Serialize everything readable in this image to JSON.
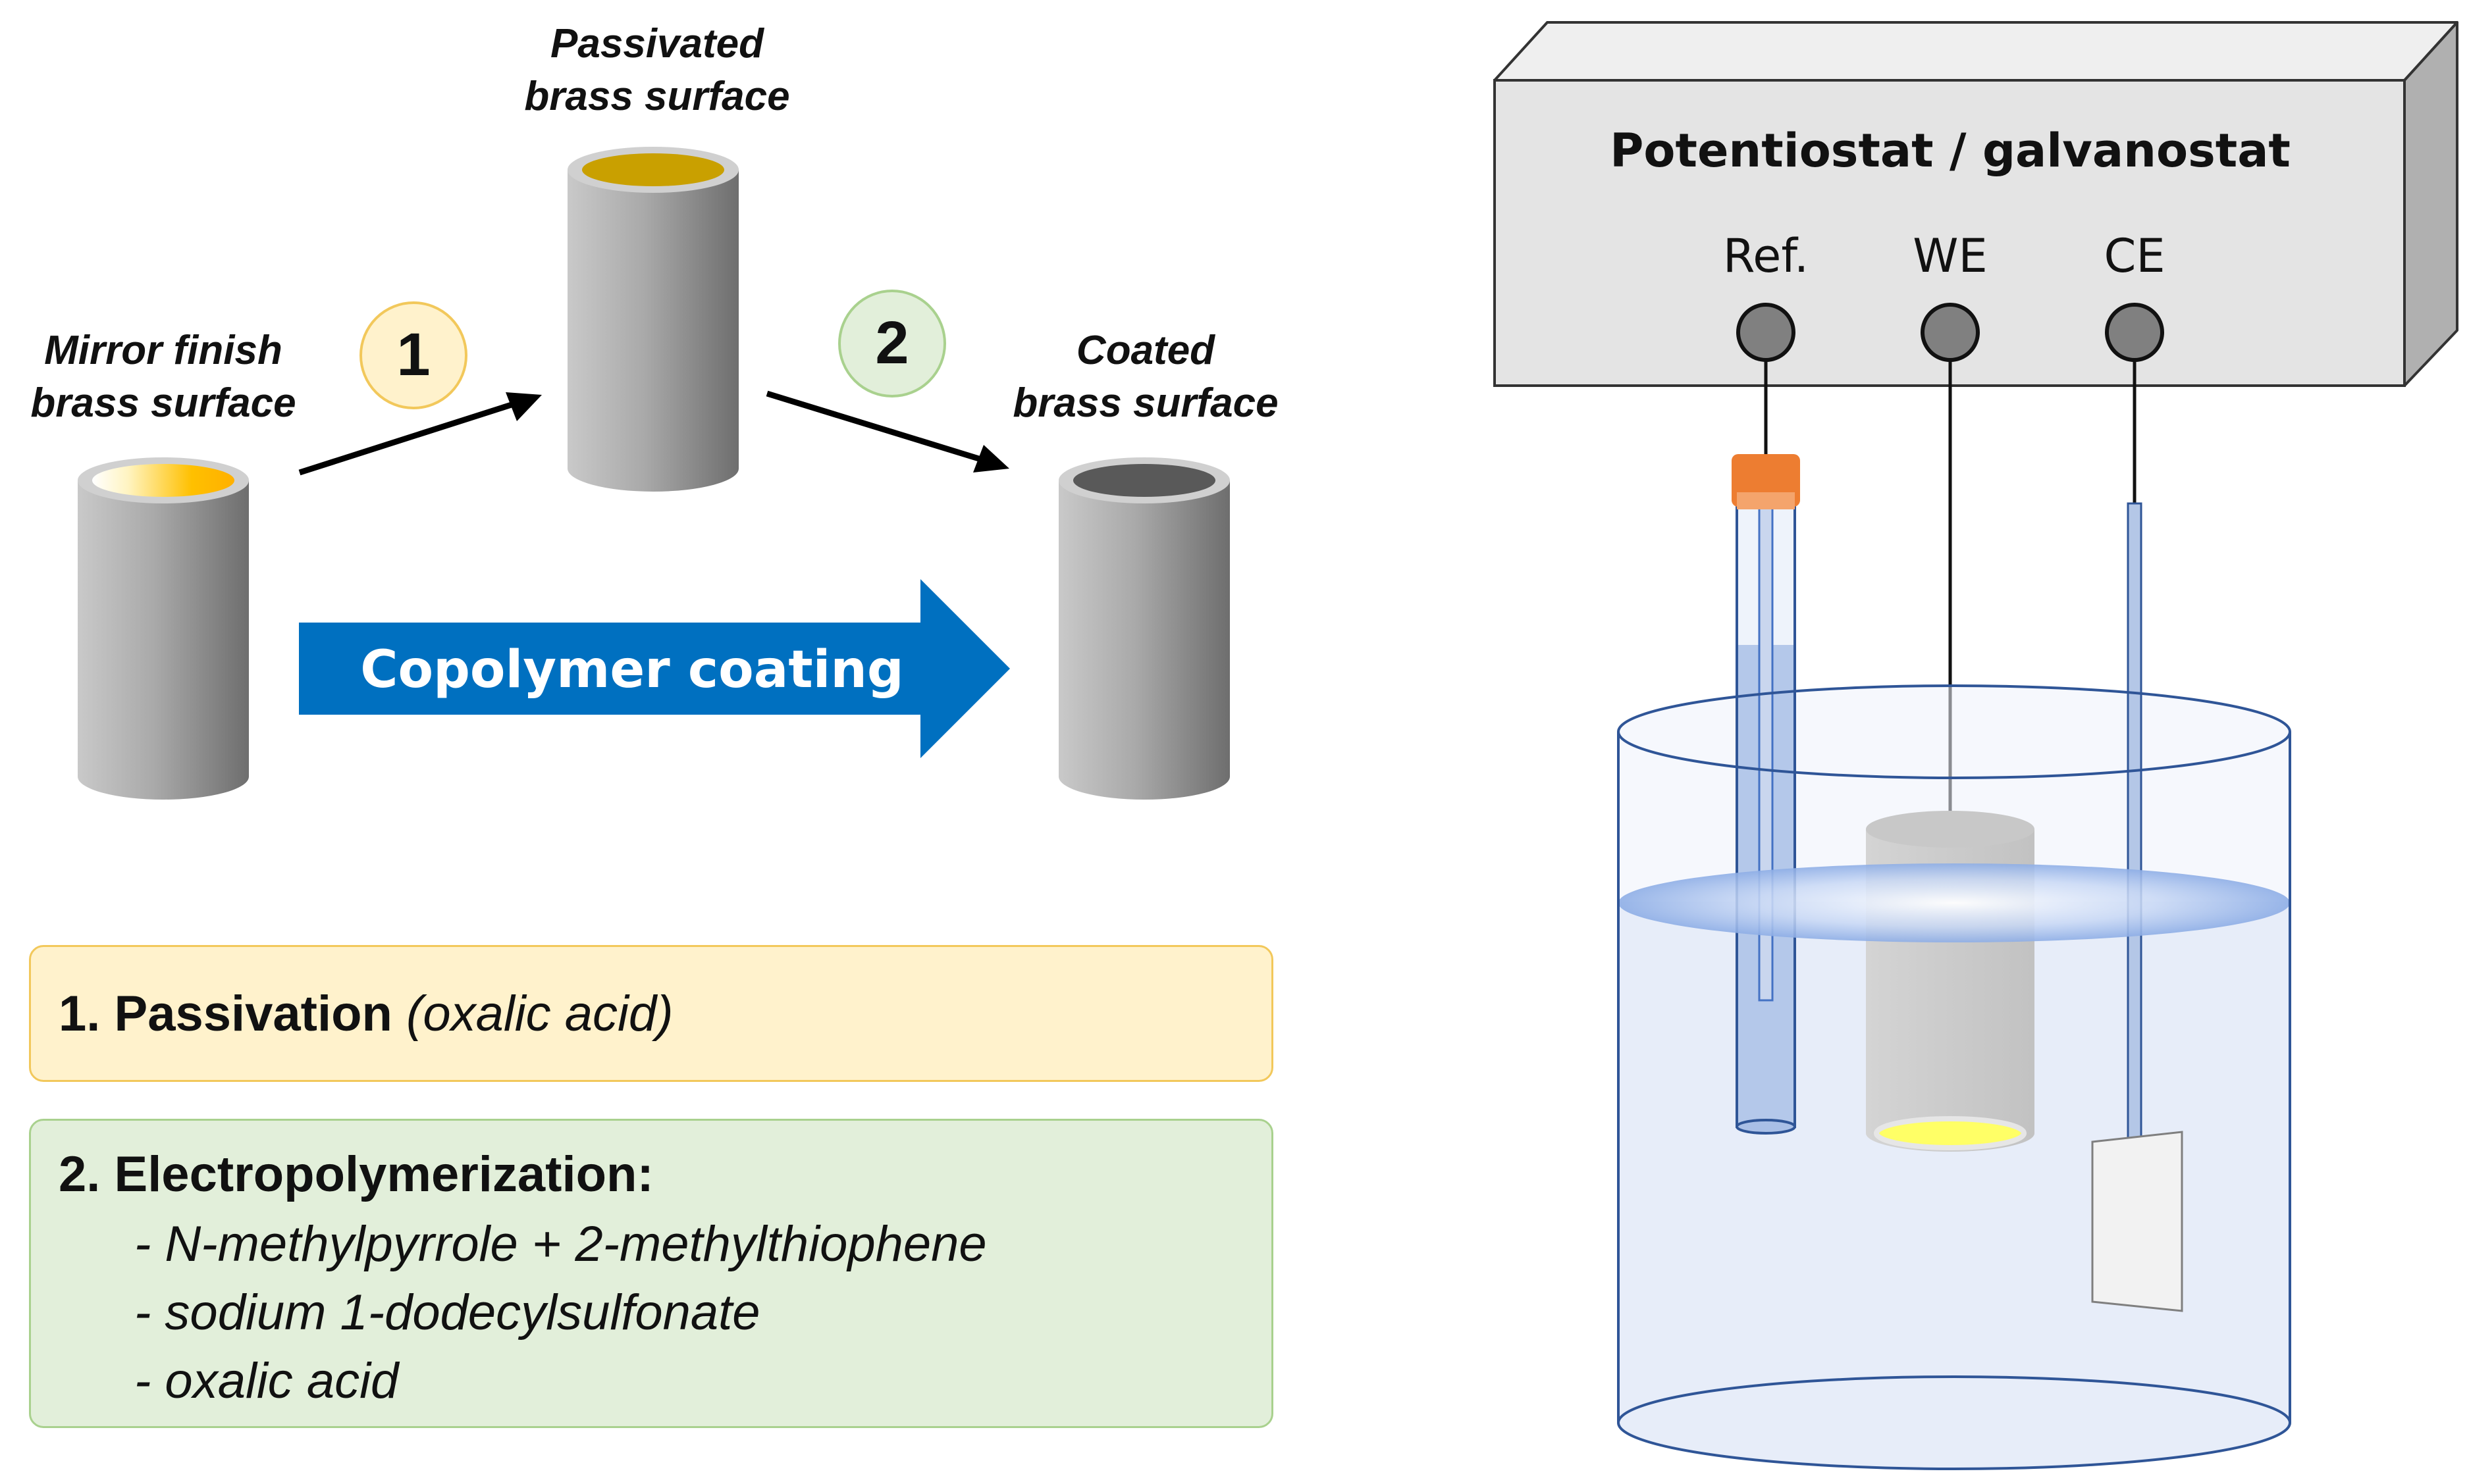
{
  "process": {
    "mirror_label_1": "Mirror finish",
    "mirror_label_2": "brass surface",
    "passivated_label_1": "Passivated",
    "passivated_label_2": "brass surface",
    "coated_label_1": "Coated",
    "coated_label_2": "brass surface",
    "step1_badge": "1",
    "step2_badge": "2",
    "arrow_label": "Copolymer coating"
  },
  "steps": {
    "step1_title": "1. Passivation",
    "step1_detail": "(oxalic acid)",
    "step2_title": "2. Electropolymerization:",
    "step2_items": [
      "- N-methylpyrrole + 2-methylthiophene",
      "- sodium 1-dodecylsulfonate",
      "- oxalic acid"
    ]
  },
  "instrument": {
    "title": "Potentiostat / galvanostat",
    "terminals": [
      "Ref.",
      "WE",
      "CE"
    ]
  },
  "colors": {
    "arrow_blue": "#0070c0",
    "badge1_fill": "#fff2cc",
    "badge1_stroke": "#f2c85b",
    "badge2_fill": "#e2efda",
    "badge2_stroke": "#a9d18e",
    "passivated_top": "#c9a000",
    "mirror_top": "#ffc000",
    "coated_top": "#595959",
    "ref_cap": "#ed7d31",
    "we_bottom": "#ffff66"
  }
}
